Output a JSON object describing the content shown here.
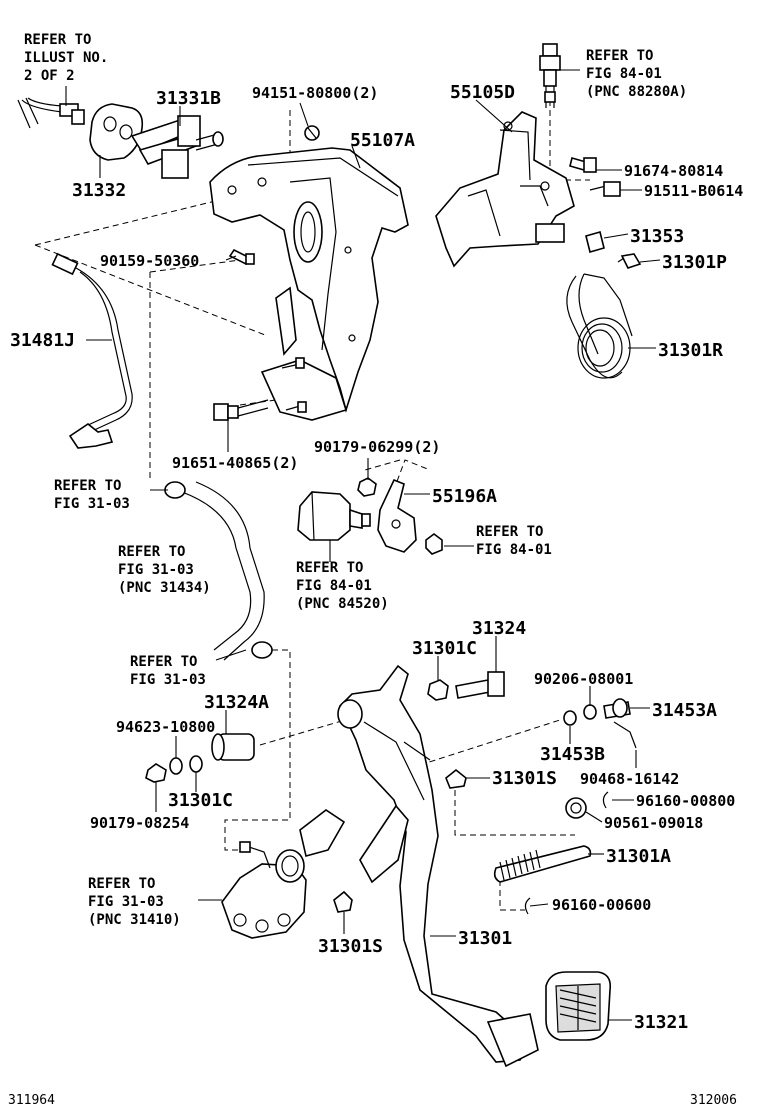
{
  "diagram": {
    "corner_left": "311964",
    "corner_right": "312006",
    "refs": {
      "r1": [
        "REFER TO",
        "ILLUST NO.",
        "2 OF 2"
      ],
      "r2": [
        "REFER TO",
        "FIG 84-01",
        "(PNC 88280A)"
      ],
      "r3": [
        "REFER TO",
        "FIG 31-03"
      ],
      "r4": [
        "REFER TO",
        "FIG 31-03",
        "(PNC 31434)"
      ],
      "r5": [
        "REFER TO",
        "FIG 84-01",
        "(PNC 84520)"
      ],
      "r6": [
        "REFER TO",
        "FIG 84-01"
      ],
      "r7": [
        "REFER TO",
        "FIG 31-03"
      ],
      "r8": [
        "REFER TO",
        "FIG 31-03",
        "(PNC 31410)"
      ]
    },
    "labels": {
      "p31331B": "31331B",
      "p94151": "94151-80800(2)",
      "p55105D": "55105D",
      "p55107A": "55107A",
      "p31332": "31332",
      "p91674": "91674-80814",
      "p91511": "91511-B0614",
      "p90159": "90159-50360",
      "p31353": "31353",
      "p31301P": "31301P",
      "p31481J": "31481J",
      "p31301R": "31301R",
      "p91651": "91651-40865(2)",
      "p90179a": "90179-06299(2)",
      "p55196A": "55196A",
      "p31324": "31324",
      "p31301Ca": "31301C",
      "p90206": "90206-08001",
      "p31324A": "31324A",
      "p31453A": "31453A",
      "p94623": "94623-10800",
      "p31453B": "31453B",
      "p90468": "90468-16142",
      "p31301Sa": "31301S",
      "p31301Cb": "31301C",
      "p96160a": "96160-00800",
      "p90179b": "90179-08254",
      "p90561": "90561-09018",
      "p31301A": "31301A",
      "p96160b": "96160-00600",
      "p31301Sb": "31301S",
      "p31301": "31301",
      "p31321": "31321"
    }
  }
}
